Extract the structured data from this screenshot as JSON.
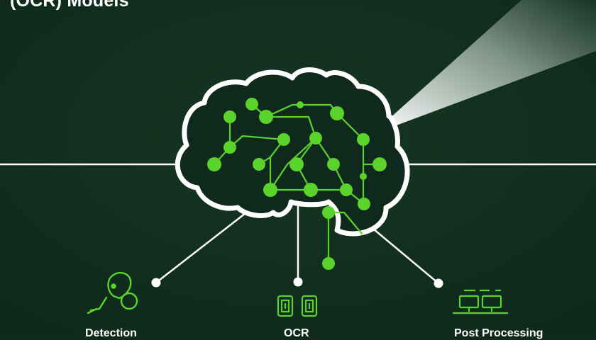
{
  "header": {
    "title_line1": "",
    "title_line2": "(OCR) Models"
  },
  "steps": [
    {
      "label": "Detection",
      "icon": "detection-icon"
    },
    {
      "label": "OCR",
      "icon": "ocr-icon"
    },
    {
      "label": "Post Processing",
      "icon": "post-processing-icon"
    }
  ],
  "colors": {
    "background": "#0f2a1c",
    "accent": "#5ad32b",
    "line": "#ffffff"
  }
}
